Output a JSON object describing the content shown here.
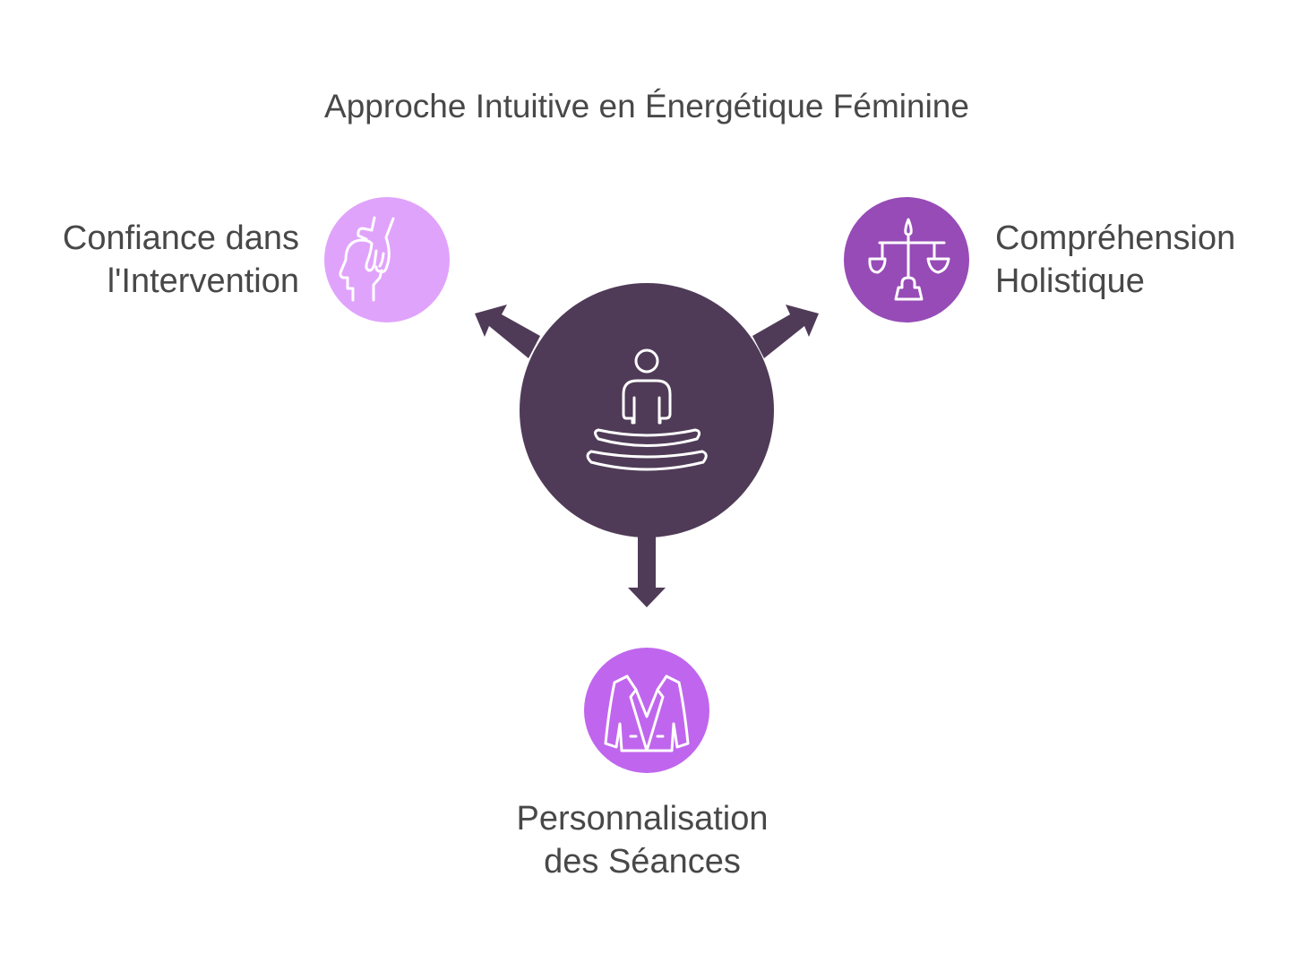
{
  "title": "Approche Intuitive en Énergétique Féminine",
  "center": {
    "icon": "meditation-person-icon",
    "color": "#4f3b57"
  },
  "branches": [
    {
      "id": "left",
      "lines": [
        "Confiance dans",
        "l'Intervention"
      ],
      "icon": "head-hand-icon",
      "color": "#e0a3fb"
    },
    {
      "id": "right",
      "lines": [
        "Compréhension",
        "Holistique"
      ],
      "icon": "balance-scale-icon",
      "color": "#974bb7"
    },
    {
      "id": "bottom",
      "lines": [
        "Personnalisation",
        "des Séances"
      ],
      "icon": "jacket-icon",
      "color": "#c066ee"
    }
  ]
}
